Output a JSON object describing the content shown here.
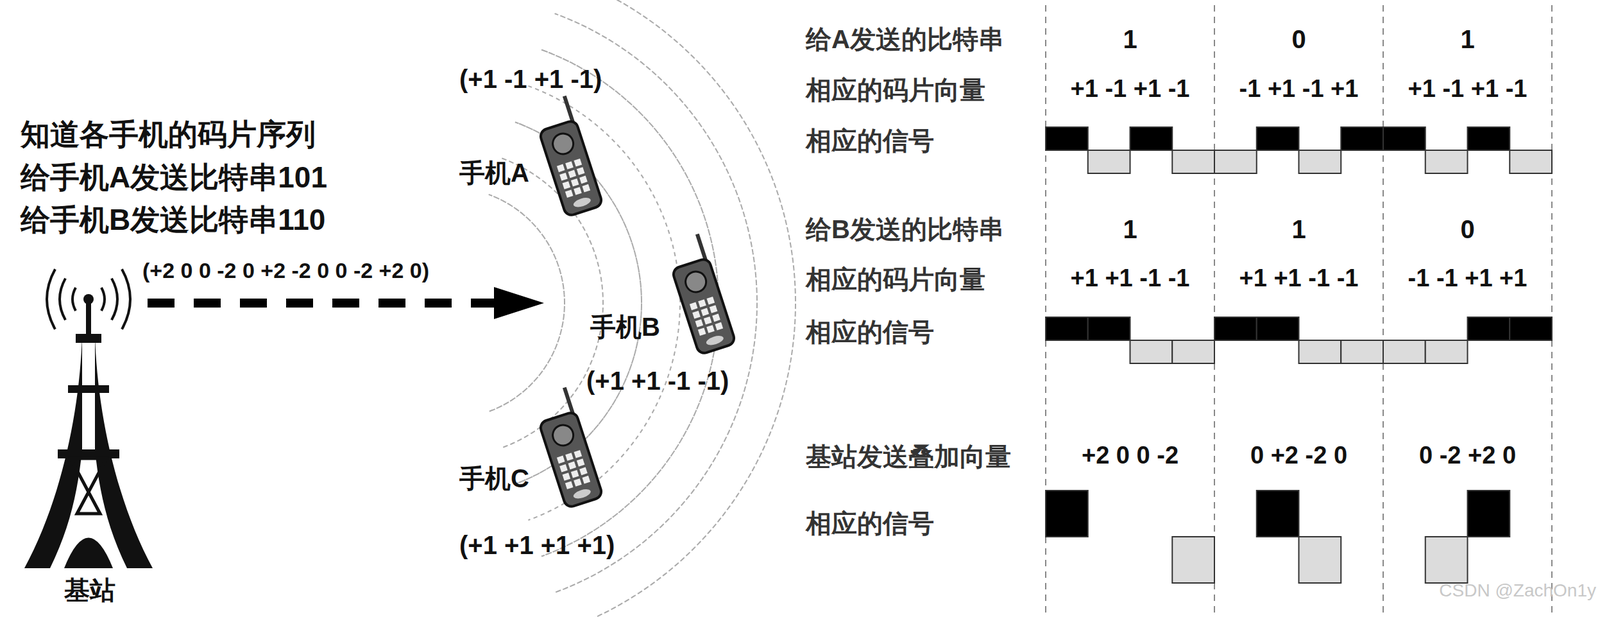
{
  "diagram": {
    "labels": [
      "知道各手机的码片序列",
      "给手机A发送比特串101",
      "给手机B发送比特串110",
      "(+2 0 0 -2 0 +2 -2 0 0 -2 +2 0)",
      "(+1 -1 +1 -1)",
      "手机A",
      "手机B",
      "(+1 +1 -1 -1)",
      "手机C",
      "(+1 +1 +1 +1)",
      "基站",
      "给A发送的比特串",
      "1",
      "0",
      "1",
      "相应的码片向量",
      "+1 -1 +1 -1",
      "-1 +1 -1 +1",
      "+1 -1 +1 -1",
      "相应的信号",
      "给B发送的比特串",
      "1",
      "1",
      "0",
      "相应的码片向量",
      "+1 +1 -1 -1",
      "+1 +1 -1 -1",
      "-1 -1 +1 +1",
      "相应的信号",
      "基站发送叠加向量",
      "+2 0 0 -2",
      "0 +2 -2 0",
      "0 -2 +2 0",
      "相应的信号",
      "CSDN @ZachOn1y"
    ]
  }
}
